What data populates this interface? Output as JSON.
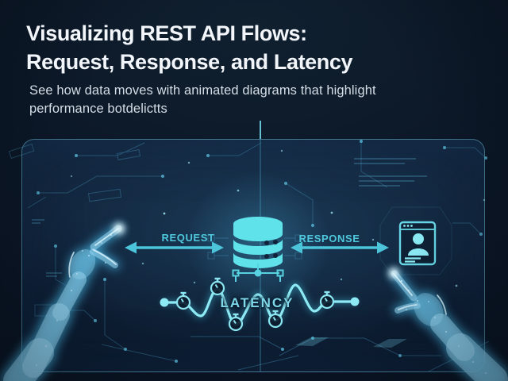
{
  "page": {
    "title_line1": "Visualizing REST API Flows:",
    "title_line2": "Request, Response, and Latency",
    "subtitle_line1": "See how data moves with animated diagrams that highlight",
    "subtitle_line2": "performance botdelictts"
  },
  "diagram": {
    "request_label": "REQUEST",
    "response_label": "RESPONSE",
    "latency_label": "LATENCY",
    "icons": [
      "pointing-hand-left-icon",
      "database-icon",
      "browser-user-card-icon",
      "pointing-hand-right-icon",
      "stopwatch-icon",
      "latency-wave-line",
      "request-arrow",
      "response-arrow",
      "circuit-pattern"
    ]
  },
  "colors": {
    "background": "#0b1626",
    "panel_border": "#73c3dc",
    "accent_cyan": "#4cc4da",
    "icon_cyan": "#5fe2ea",
    "wave_cyan": "#8deaf5",
    "hand_glow": "#9fdcf5",
    "title_text": "#f2f6fa",
    "subtitle_text": "#d5dde6"
  }
}
